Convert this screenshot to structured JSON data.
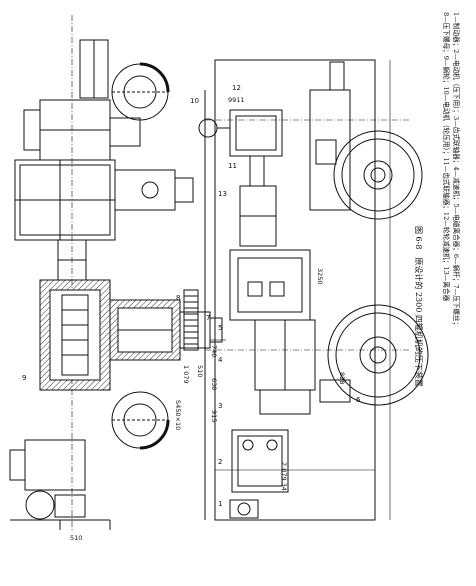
{
  "figure": {
    "title": "图 6-8　原设计的 2300 四辊机机的压下装置",
    "legend_line1": "1—制动器；2—电动机（压下用）；3—齿式联轴器；4—减速机；5—电磁离合器；6—蜗杆；7—压下螺丝；",
    "legend_line2": "8—压下螺母；9—蜗轮；10—电动机（轮压用）；11—齿式联轴器；12—轮轮减速机；13—离合器"
  },
  "part_numbers": [
    "1",
    "2",
    "3",
    "4",
    "5",
    "6",
    "7",
    "8",
    "9",
    "10",
    "11",
    "12",
    "13"
  ],
  "dimensions": [
    "9911",
    "3250",
    "2 079.34",
    "915",
    "630",
    "740",
    "828",
    "450",
    "S450×10",
    "1 079",
    "510"
  ],
  "colors": {
    "ink": "#111111",
    "paper": "#ffffff",
    "hatch": "#333333"
  }
}
